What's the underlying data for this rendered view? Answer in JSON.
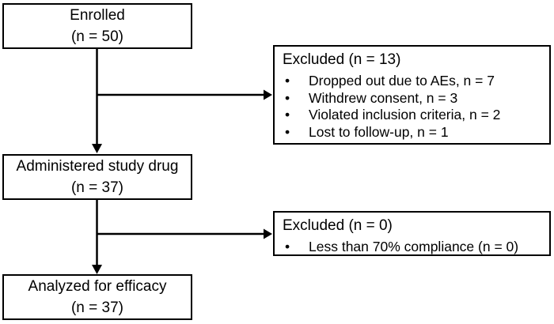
{
  "colors": {
    "background": "#ffffff",
    "box_border": "#000000",
    "text": "#000000",
    "arrow": "#000000"
  },
  "boxes": {
    "enrolled": {
      "line1": "Enrolled",
      "line2": "(n = 50)"
    },
    "administered": {
      "line1": "Administered study drug",
      "line2": "(n = 37)"
    },
    "analyzed": {
      "line1": "Analyzed for efficacy",
      "line2": "(n = 37)"
    },
    "excluded1": {
      "title": "Excluded (n = 13)",
      "bullets": [
        "Dropped out due to AEs, n = 7",
        "Withdrew consent, n = 3",
        "Violated inclusion criteria, n = 2",
        "Lost to follow-up, n = 1"
      ]
    },
    "excluded2": {
      "title": "Excluded (n = 0)",
      "bullets": [
        "Less than 70% compliance (n = 0)"
      ]
    }
  }
}
